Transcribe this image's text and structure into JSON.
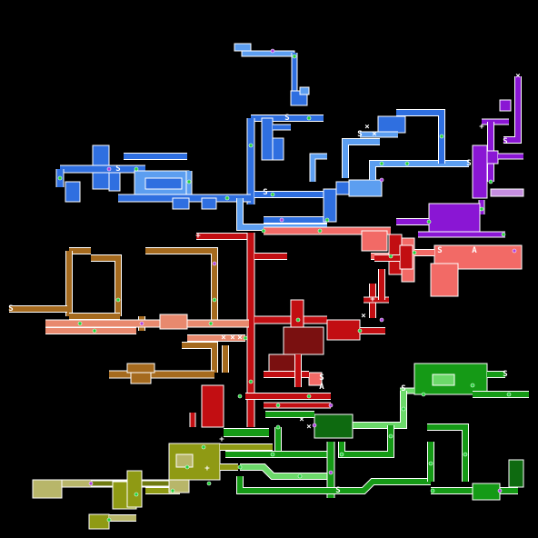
{
  "view": {
    "title": "",
    "background": "#000000"
  },
  "palette": {
    "blue": "#2f6fe0",
    "light_blue": "#5c9ef0",
    "purple": "#8a16d4",
    "salmon": "#f26a66",
    "red": "#c20e12",
    "brown": "#a56a1e",
    "peach": "#e8896e",
    "green": "#159a16",
    "light_green": "#6cd96a",
    "olive": "#8f9a14",
    "khaki": "#b8b66a",
    "wall": "#ffffff",
    "door_green": "#22d43a",
    "door_purple": "#b040e0"
  },
  "legend_glyphs": {
    "save_room": "S",
    "area_transfer": "A",
    "energy_refill": "+",
    "blocked": "×"
  },
  "map_regions": [
    {
      "name": "upper-blue-zone",
      "color_key": "blue"
    },
    {
      "name": "light-blue-zone",
      "color_key": "light_blue"
    },
    {
      "name": "purple-zone",
      "color_key": "purple"
    },
    {
      "name": "salmon-zone",
      "color_key": "salmon"
    },
    {
      "name": "red-zone",
      "color_key": "red"
    },
    {
      "name": "brown-zone",
      "color_key": "brown"
    },
    {
      "name": "peach-zone",
      "color_key": "peach"
    },
    {
      "name": "green-zone",
      "color_key": "green"
    },
    {
      "name": "light-green-zone",
      "color_key": "light_green"
    },
    {
      "name": "olive-zone",
      "color_key": "olive"
    },
    {
      "name": "khaki-zone",
      "color_key": "khaki"
    }
  ]
}
